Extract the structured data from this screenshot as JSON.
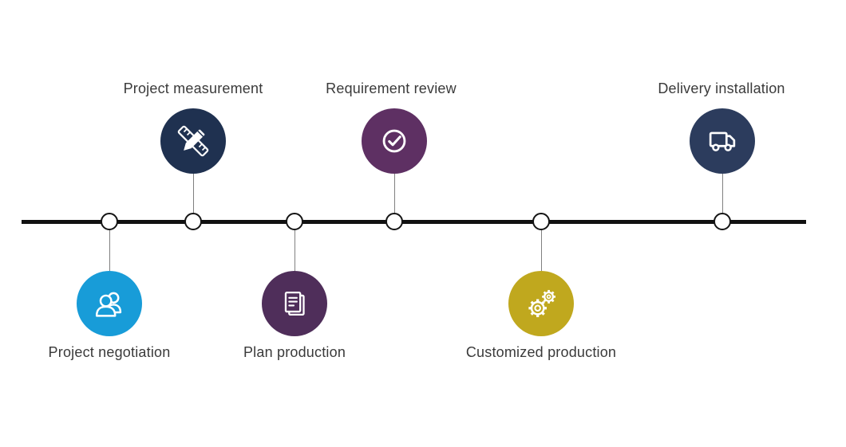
{
  "canvas": {
    "background": "#ffffff"
  },
  "timeline": {
    "line_color": "#111111",
    "dot_fill": "#ffffff",
    "dot_border": "#141414",
    "connector_color": "#808080",
    "text_color": "#3a3a3a"
  },
  "nodes": [
    {
      "label": "Project negotiation",
      "position": "below-line",
      "icon": "people-icon",
      "color": "#189cd8"
    },
    {
      "label": "Project measurement",
      "position": "above-line",
      "icon": "ruler-pencil-icon",
      "color": "#1f3150"
    },
    {
      "label": "Plan production",
      "position": "below-line",
      "icon": "document-icon",
      "color": "#4f2e5a"
    },
    {
      "label": "Requirement review",
      "position": "above-line",
      "icon": "check-circle-icon",
      "color": "#5e3063"
    },
    {
      "label": "Customized production",
      "position": "below-line",
      "icon": "gears-icon",
      "color": "#c0a81e"
    },
    {
      "label": "Delivery installation",
      "position": "above-line",
      "icon": "truck-icon",
      "color": "#2c3c5d"
    }
  ]
}
